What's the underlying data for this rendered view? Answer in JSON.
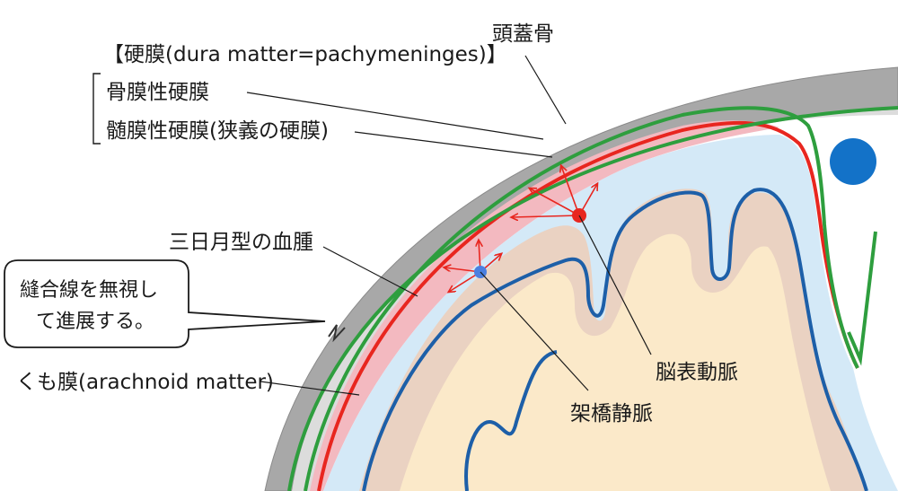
{
  "labels": {
    "skull": "頭蓋骨",
    "dura": "【硬膜(dura matter=pachymeninges)】",
    "periosteal": "骨膜性硬膜",
    "meningeal": "髄膜性硬膜(狭義の硬膜)",
    "hematoma": "三日月型の血腫",
    "arachnoid": "くも膜(arachnoid matter)",
    "cortical_artery": "脳表動脈",
    "bridging_vein": "架橋静脈"
  },
  "callout": {
    "line1": "縫合線を無視し",
    "line2": "て進展する。"
  },
  "colors": {
    "skull": "#a8a8a8",
    "skull_inner": "#dcdcdc",
    "dura_green": "#2e9e3e",
    "hematoma": "#f3b9c0",
    "arachnoid_red": "#e8261f",
    "csf": "#d4e9f7",
    "pia_blue": "#1d5fa8",
    "brain_outer": "#ead2c2",
    "brain_inner": "#fbe9c9",
    "artery_dot": "#e8261f",
    "vein_dot": "#4a7fe0",
    "sinus": "#1372c8"
  },
  "icons": {
    "arrow": "red-arrow-icon",
    "suture": "zigzag-suture-icon"
  }
}
